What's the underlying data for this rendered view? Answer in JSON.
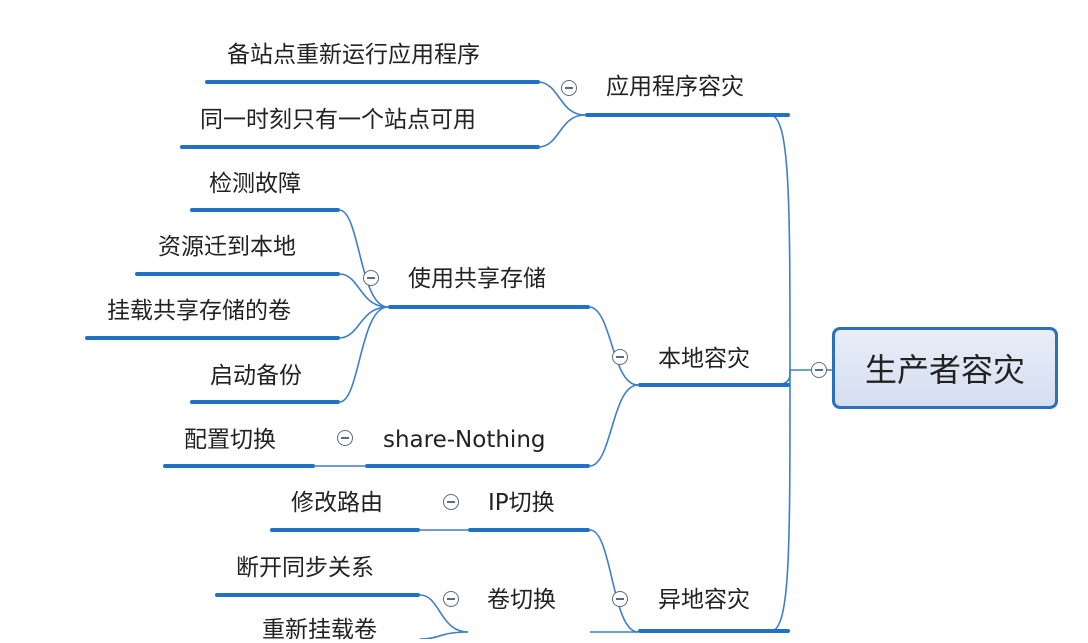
{
  "root": "生产者容灾",
  "branches": {
    "app": "应用程序容灾",
    "local": "本地容灾",
    "remote": "异地容灾"
  },
  "app_children": [
    "备站点重新运行应用程序",
    "同一时刻只有一个站点可用"
  ],
  "local_children": {
    "shared": "使用共享存储",
    "nothing": "share-Nothing"
  },
  "shared_children": [
    "检测故障",
    "资源迁到本地",
    "挂载共享存储的卷",
    "启动备份"
  ],
  "nothing_children": [
    "配置切换"
  ],
  "remote_children": {
    "ip": "IP切换",
    "vol": "卷切换"
  },
  "ip_children": [
    "修改路由"
  ],
  "vol_children": [
    "断开同步关系",
    "重新挂载卷"
  ],
  "colors": {
    "line": "#1f72c6",
    "connector": "#3f7fc7",
    "root_border": "#2b6fbd"
  }
}
